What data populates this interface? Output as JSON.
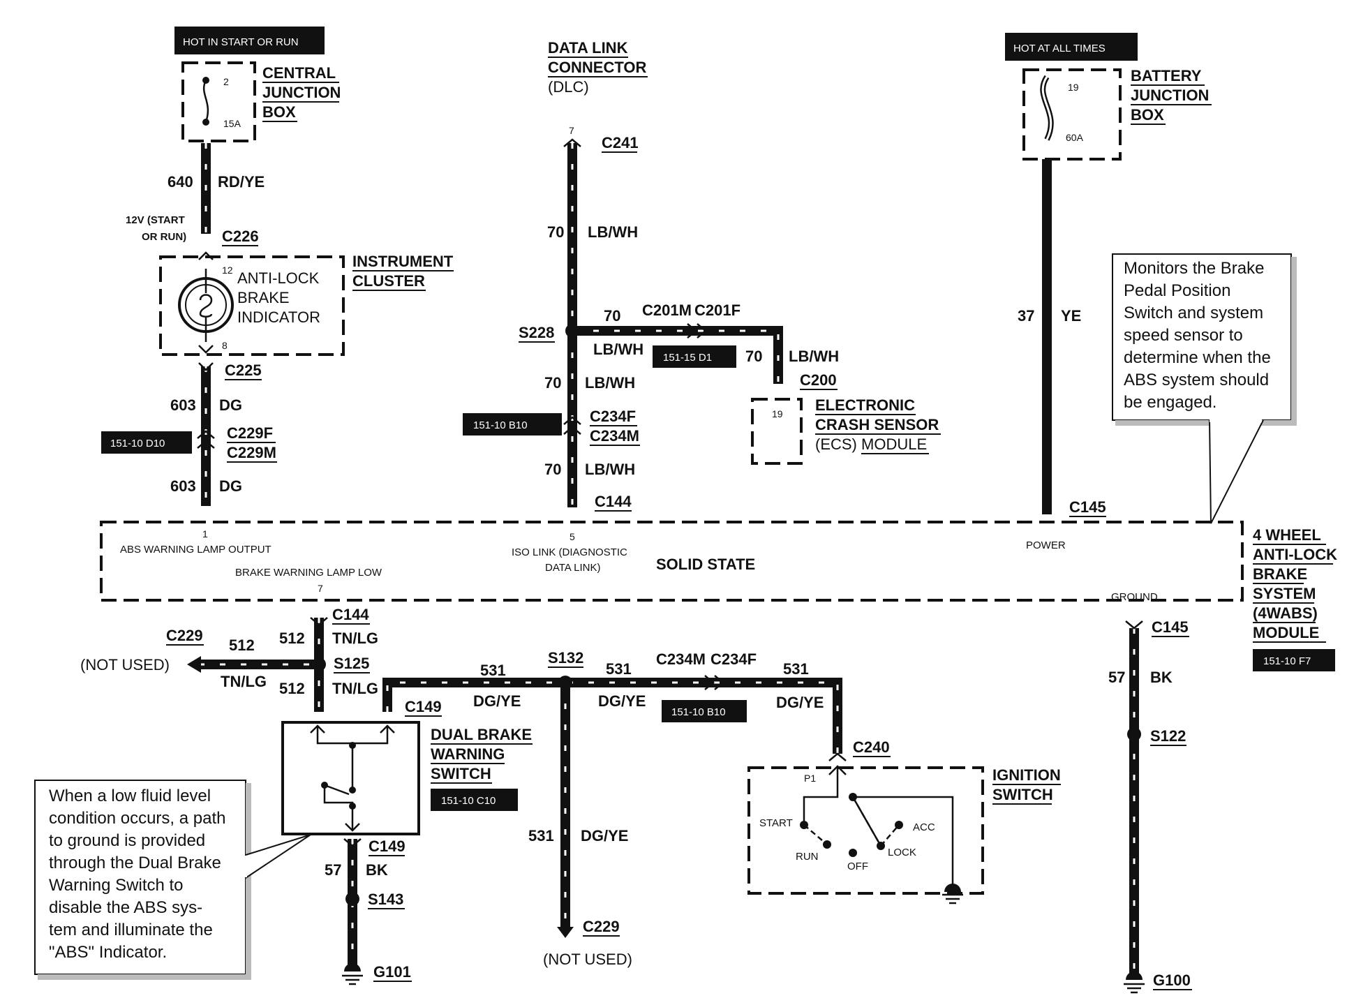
{
  "headers": {
    "hot_start_run": "HOT IN START OR RUN",
    "hot_all_times": "HOT AT ALL TIMES"
  },
  "central_junction_box": {
    "title": [
      "CENTRAL",
      "JUNCTION",
      "BOX"
    ],
    "fuse_number": "2",
    "fuse_rating": "15A"
  },
  "battery_junction_box": {
    "title": [
      "BATTERY",
      "JUNCTION",
      "BOX"
    ],
    "fuse_number": "19",
    "fuse_rating": "60A"
  },
  "dlc": {
    "title": [
      "DATA LINK",
      "CONNECTOR"
    ],
    "subtitle": "(DLC)",
    "pin": "7",
    "connector": "C241"
  },
  "wires": {
    "w640": {
      "circuit": "640",
      "color": "RD/YE"
    },
    "w603_top": {
      "circuit": "603",
      "color": "DG"
    },
    "w603_bot": {
      "circuit": "603",
      "color": "DG"
    },
    "w70_a": {
      "circuit": "70",
      "color": "LB/WH"
    },
    "w70_b": {
      "circuit": "70",
      "color": "LB/WH"
    },
    "w70_c": {
      "circuit": "70",
      "color": "LB/WH"
    },
    "w70_s228": {
      "circuit": "70",
      "color": "LB/WH"
    },
    "w70_ecs": {
      "circuit": "70",
      "color": "LB/WH"
    },
    "w37": {
      "circuit": "37",
      "color": "YE"
    },
    "w512_left": {
      "circuit": "512",
      "color": "TN/LG"
    },
    "w512_top": {
      "circuit": "512",
      "color": "TN/LG"
    },
    "w512_bot": {
      "circuit": "512",
      "color": "TN/LG"
    },
    "w531_a": {
      "circuit": "531",
      "color": "DG/YE"
    },
    "w531_b": {
      "circuit": "531",
      "color": "DG/YE"
    },
    "w531_c": {
      "circuit": "531",
      "color": "DG/YE"
    },
    "w531_down": {
      "circuit": "531",
      "color": "DG/YE"
    },
    "w57_left": {
      "circuit": "57",
      "color": "BK"
    },
    "w57_right": {
      "circuit": "57",
      "color": "BK"
    }
  },
  "connectors": {
    "c226": "C226",
    "c225": "C225",
    "c229f": "C229F",
    "c229m": "C229M",
    "c201m": "C201M",
    "c201f": "C201F",
    "c200": "C200",
    "c234f": "C234F",
    "c234m": "C234M",
    "c144_top": "C144",
    "c145_top": "C145",
    "c144_bot": "C144",
    "c229_left": "C229",
    "c149_a": "C149",
    "c149_b": "C149",
    "c234m_b": "C234M",
    "c234f_b": "C234F",
    "c240": "C240",
    "c145_bot": "C145",
    "c229_bot": "C229"
  },
  "splices": {
    "s228": "S228",
    "s125": "S125",
    "s132": "S132",
    "s143": "S143",
    "s122": "S122"
  },
  "grounds": {
    "g101": "G101",
    "g100": "G100"
  },
  "not_used": "(NOT USED)",
  "voltage_label": [
    "12V (START",
    "OR RUN)"
  ],
  "instrument_cluster": {
    "title": [
      "INSTRUMENT",
      "CLUSTER"
    ],
    "indicator": [
      "ANTI-LOCK",
      "BRAKE",
      "INDICATOR"
    ],
    "pin_top": "12",
    "pin_bot": "8"
  },
  "ecs_module": {
    "title": [
      "ELECTRONIC",
      "CRASH SENSOR",
      "(ECS) MODULE"
    ],
    "pin": "19"
  },
  "abs_module": {
    "title": [
      "4 WHEEL",
      "ANTI-LOCK",
      "BRAKE",
      "SYSTEM",
      "(4WABS)",
      "MODULE"
    ],
    "pin1": "1",
    "pin1_label": "ABS WARNING LAMP OUTPUT",
    "pin7_label": "BRAKE WARNING LAMP LOW",
    "pin7": "7",
    "pin5": "5",
    "pin5_label": [
      "ISO LINK (DIAGNOSTIC",
      "DATA LINK)"
    ],
    "solid_state": "SOLID STATE",
    "power": "POWER",
    "ground": "GROUND"
  },
  "dual_brake_switch": {
    "title": [
      "DUAL BRAKE",
      "WARNING",
      "SWITCH"
    ]
  },
  "ignition_switch": {
    "title": [
      "IGNITION",
      "SWITCH"
    ],
    "pin": "P1",
    "positions": {
      "start": "START",
      "run": "RUN",
      "off": "OFF",
      "lock": "LOCK",
      "acc": "ACC"
    }
  },
  "page_refs": {
    "r1": "151-10 D10",
    "r2": "151-10 B10",
    "r3": "151-15 D1",
    "r4": "151-10 B10",
    "r5": "151-10 C10",
    "r6": "151-10 F7"
  },
  "notes": {
    "right": [
      "Monitors the Brake",
      "Pedal Position",
      "Switch and system",
      "speed sensor to",
      "determine when the",
      "ABS system should",
      "be engaged."
    ],
    "left": [
      "When a low fluid level",
      "condition occurs, a path",
      "to ground is provided",
      "through the Dual Brake",
      "Warning Switch  to",
      "disable the ABS  sys-",
      "tem and illuminate the",
      "\"ABS\"  Indicator."
    ]
  }
}
